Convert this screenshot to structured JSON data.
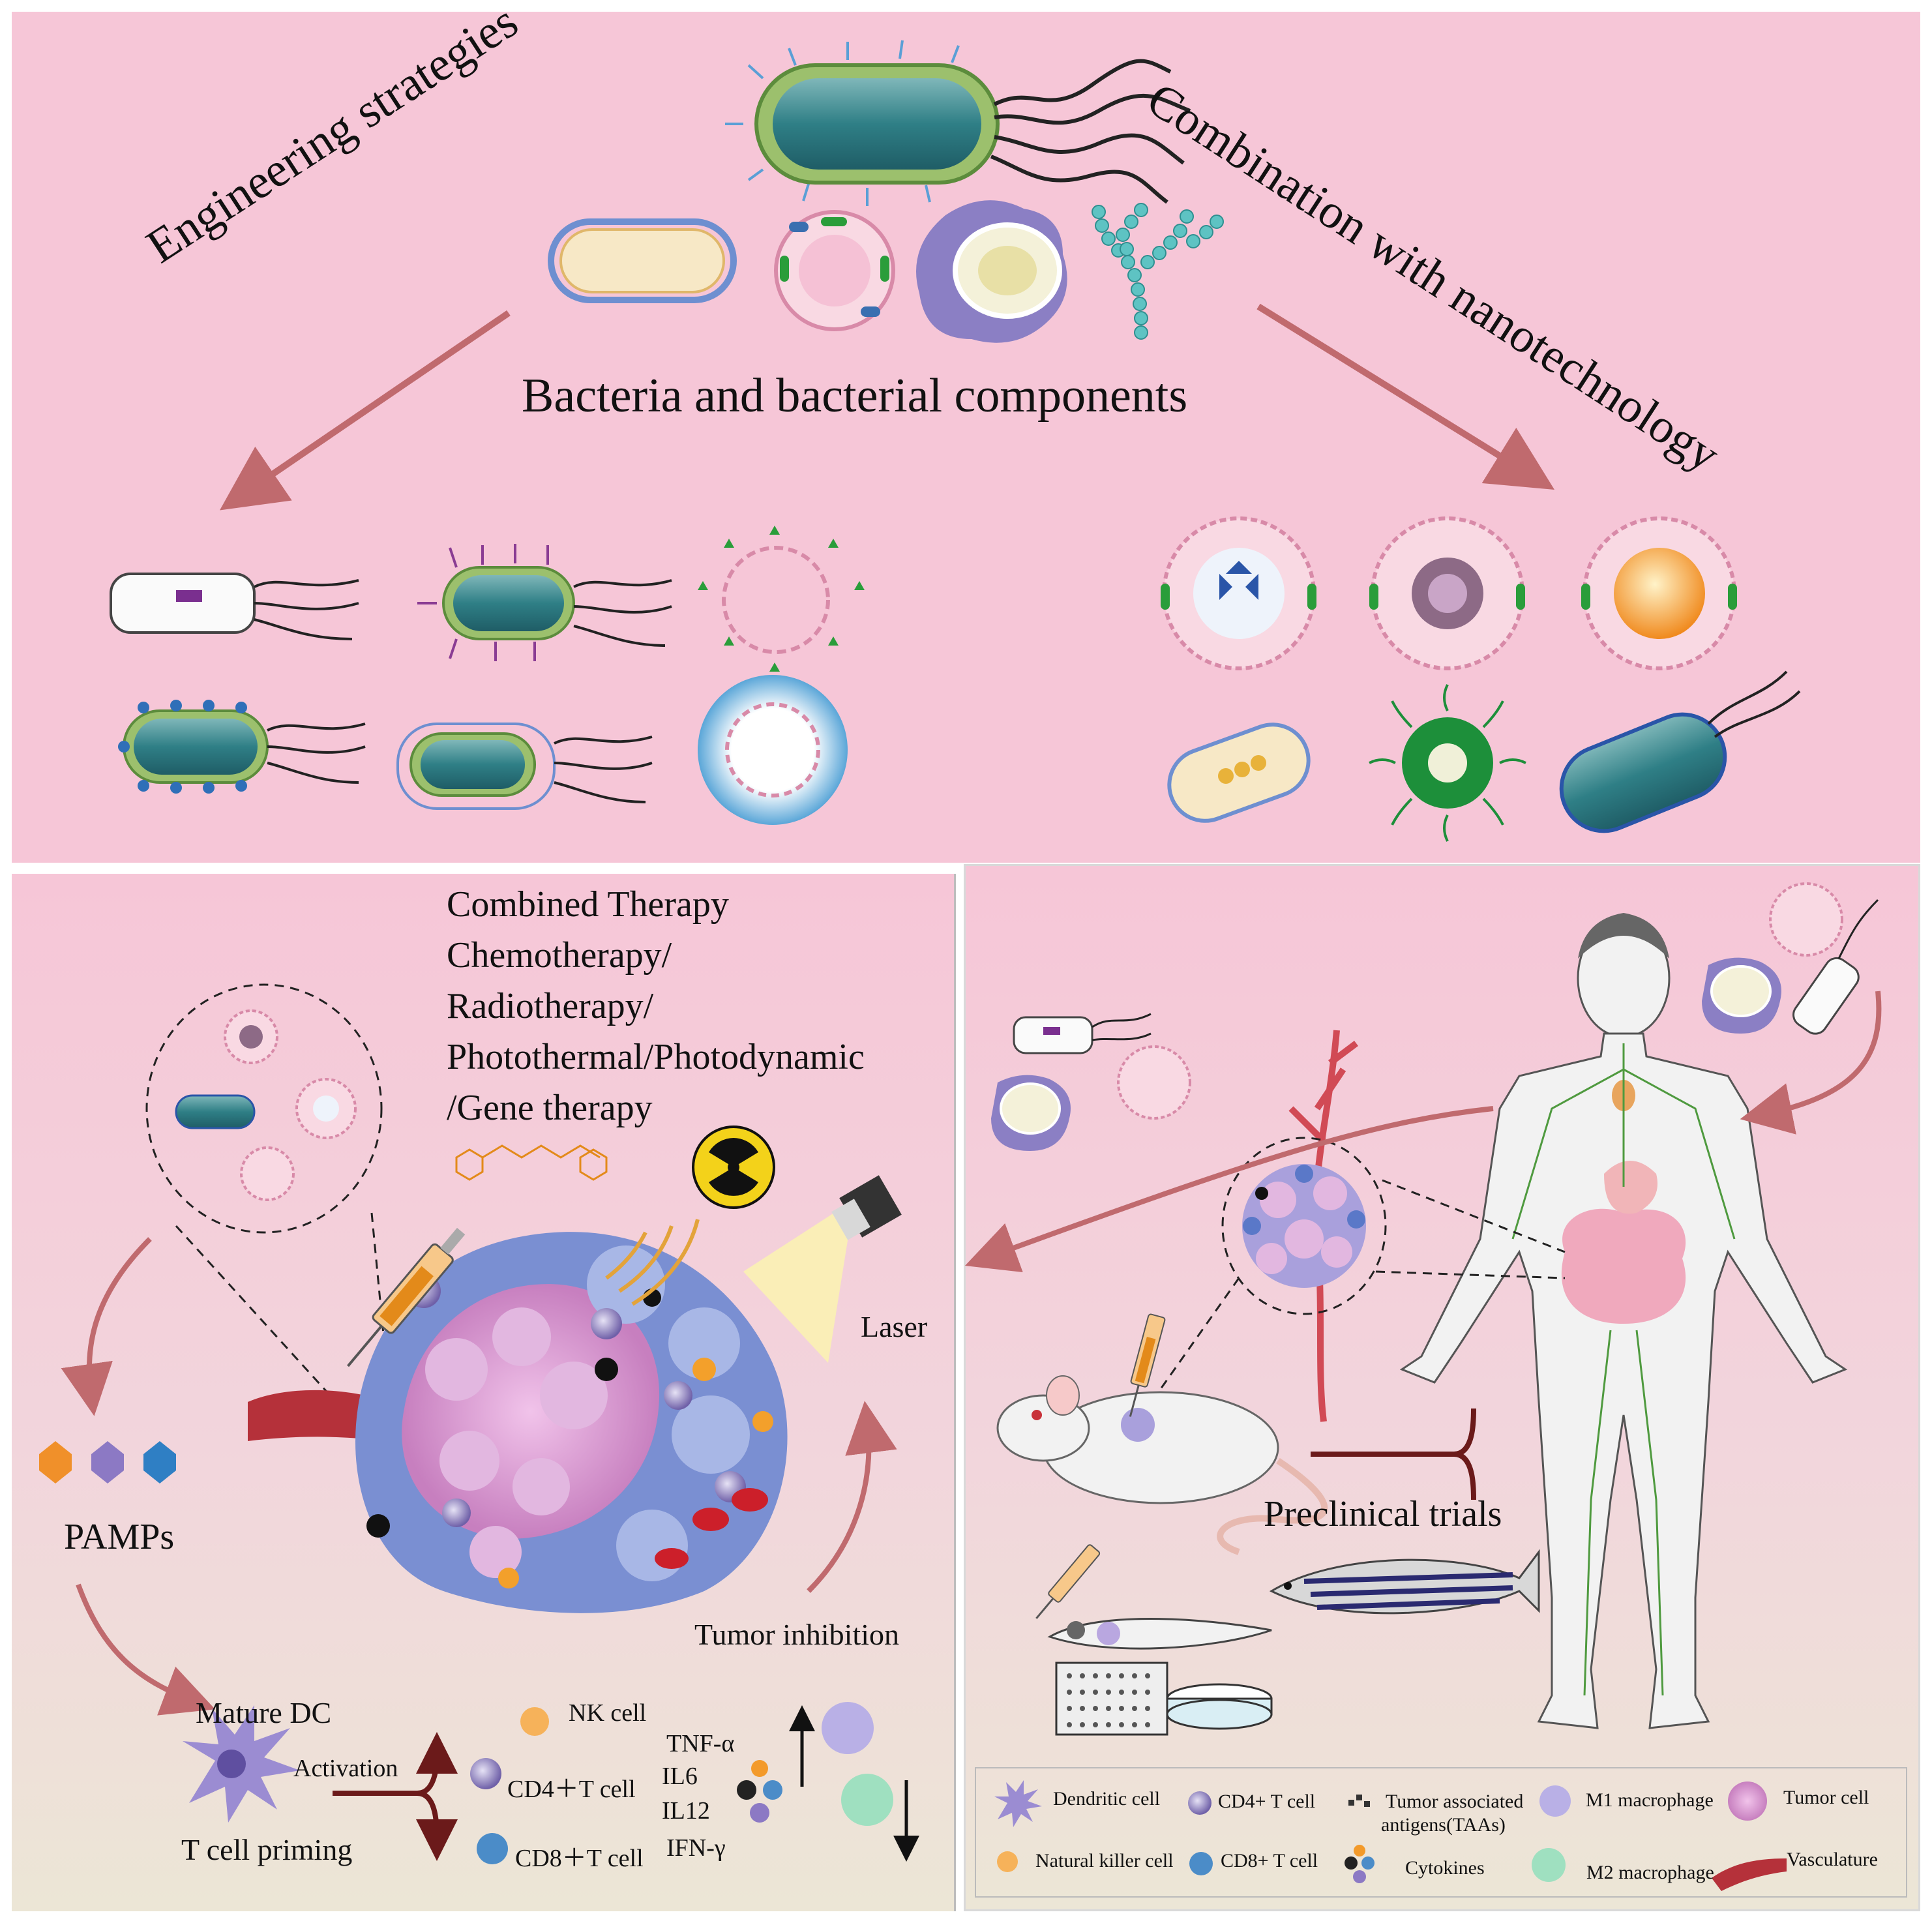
{
  "top": {
    "left_title": "Engineering strategies",
    "right_title": "Combination with nanotechnology",
    "center_label": "Bacteria and bacterial components"
  },
  "bottom_left": {
    "therapy_lines": [
      "Combined Therapy",
      "Chemotherapy/",
      "Radiotherapy/",
      "Photothermal/Photodynamic",
      "/Gene therapy"
    ],
    "laser_label": "Laser",
    "pamps_label": "PAMPs",
    "tumor_inhibition_label": "Tumor inhibition",
    "mature_dc_label": "Mature DC",
    "activation_label": "Activation",
    "t_cell_priming_label": "T cell priming",
    "nk_cell_label": "NK cell",
    "cd4_label": "CD4＋T cell",
    "cd8_label": "CD8＋T cell",
    "cytokines": [
      "TNF-α",
      "IL6",
      "IL12",
      "IFN-γ"
    ]
  },
  "bottom_right": {
    "preclinical_label": "Preclinical trials",
    "legend": [
      "Dendritic cell",
      "CD4+ T cell",
      "Tumor associated",
      "antigens(TAAs)",
      "M1 macrophage",
      "Tumor cell",
      "Natural killer cell",
      "CD8+ T cell",
      "Cytokines",
      "M2 macrophage",
      "Vasculature"
    ]
  },
  "colors": {
    "panel_pink": "#f6c6d7",
    "bacteria_teal": "#2f7f86",
    "membrane_green": "#8fb67b",
    "arrow_red": "#c06a6e",
    "dark_arrow": "#6b1a1a",
    "tumor_pink": "#e7a6d6",
    "tumor_blue": "#6f8fcf"
  }
}
